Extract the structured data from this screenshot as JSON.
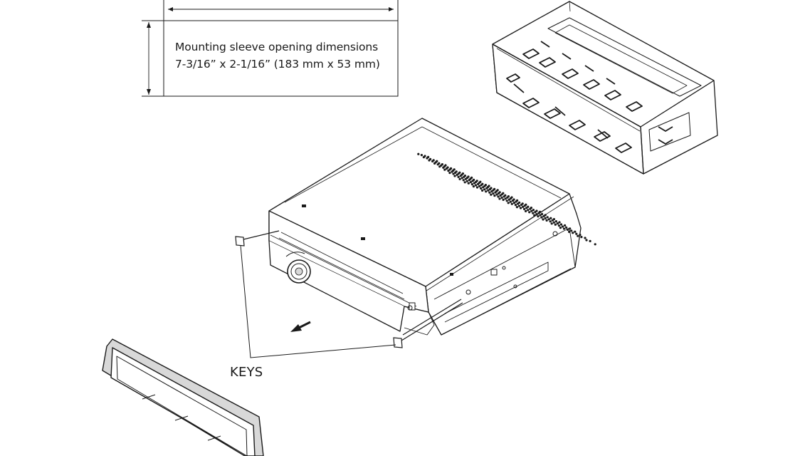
{
  "dimension_box": {
    "line1": "Mounting sleeve opening dimensions",
    "line2": "7-3/16” x 2-1/16” (183 mm x 53 mm)"
  },
  "keys_label": "KEYS",
  "colors": {
    "line": "#1a1a1a",
    "background": "#ffffff",
    "trim_ring": "#d8d8d8"
  }
}
